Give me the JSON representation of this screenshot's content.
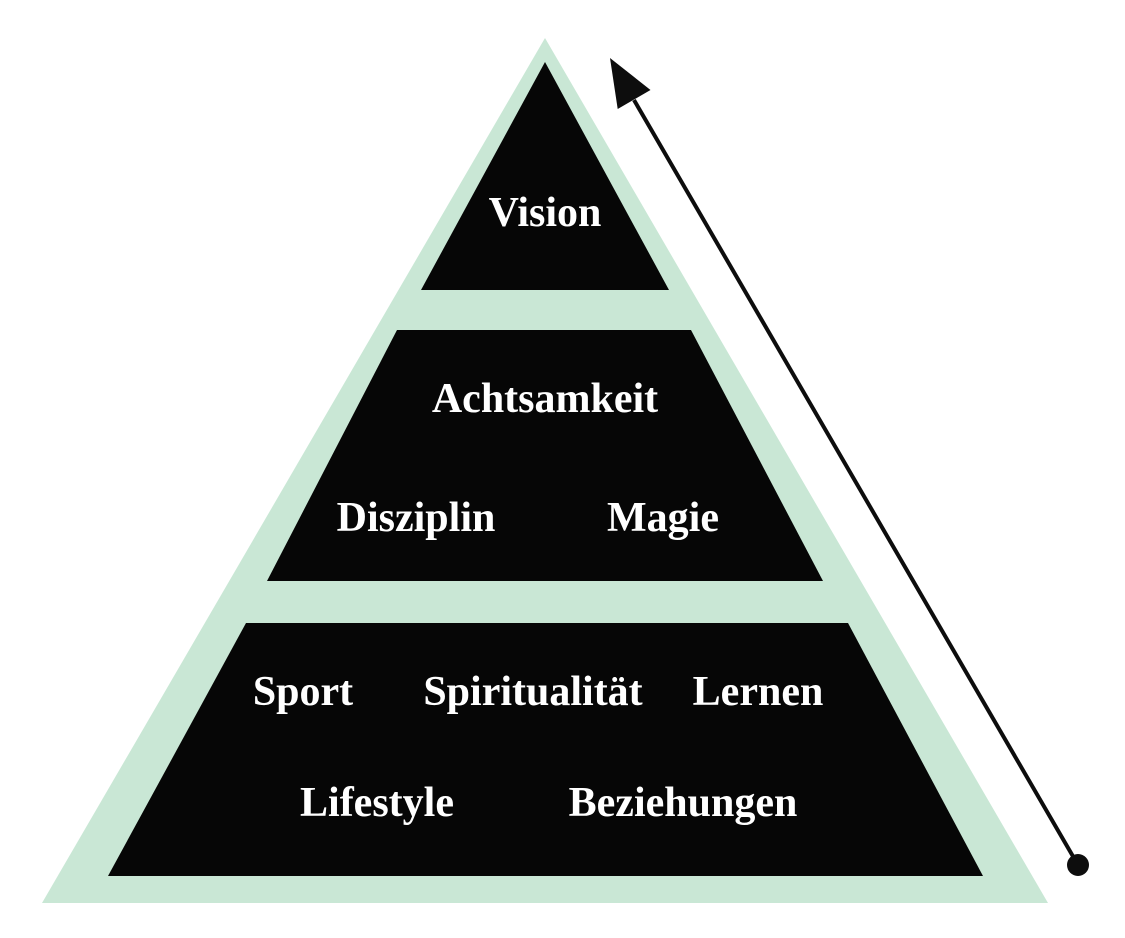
{
  "diagram": {
    "type": "pyramid",
    "language": "de",
    "tier_count": 3
  },
  "colors": {
    "background": "#ffffff",
    "pyramid_outline_fill": "#c9e7d5",
    "tier_fill": "#060606",
    "label_text": "#ffffff",
    "arrow": "#0d0d0d"
  },
  "pyramid": {
    "tiers": [
      {
        "level": 1,
        "position": "top",
        "labels": [
          "Vision"
        ]
      },
      {
        "level": 2,
        "position": "middle",
        "labels": [
          "Achtsamkeit",
          "Disziplin",
          "Magie"
        ]
      },
      {
        "level": 3,
        "position": "bottom",
        "labels": [
          "Sport",
          "Spiritualität",
          "Lernen",
          "Lifestyle",
          "Beziehungen"
        ]
      }
    ]
  },
  "arrow": {
    "direction": "bottom-right to top",
    "start_marker": "dot",
    "end_marker": "arrowhead"
  }
}
